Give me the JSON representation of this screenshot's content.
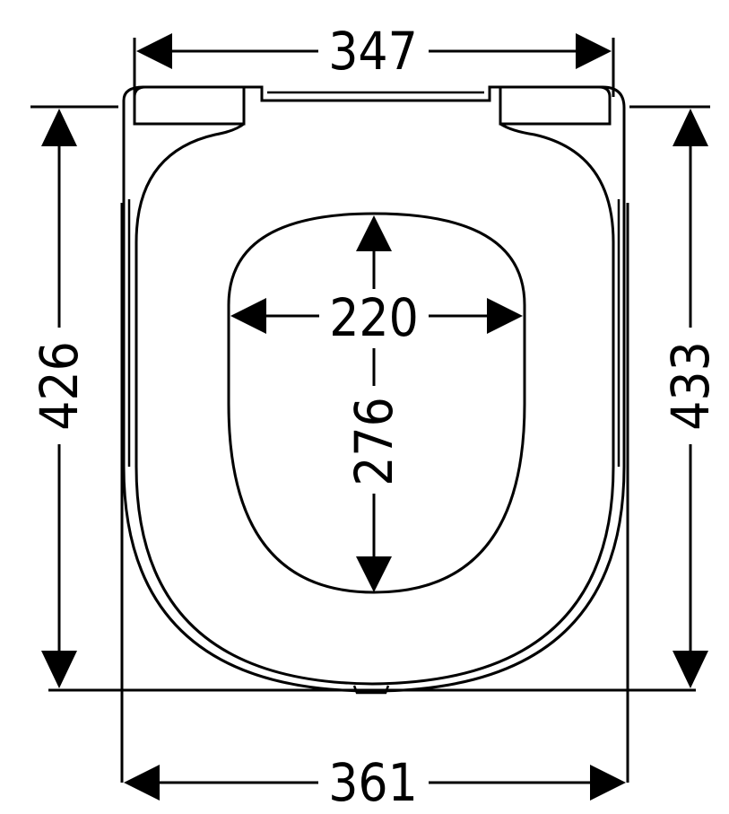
{
  "drawing": {
    "dimensions": {
      "top_width": "347",
      "bottom_width": "361",
      "left_height": "426",
      "right_height": "433",
      "opening_width": "220",
      "opening_height": "276"
    },
    "colors": {
      "line": "#000000",
      "background": "#ffffff"
    }
  }
}
